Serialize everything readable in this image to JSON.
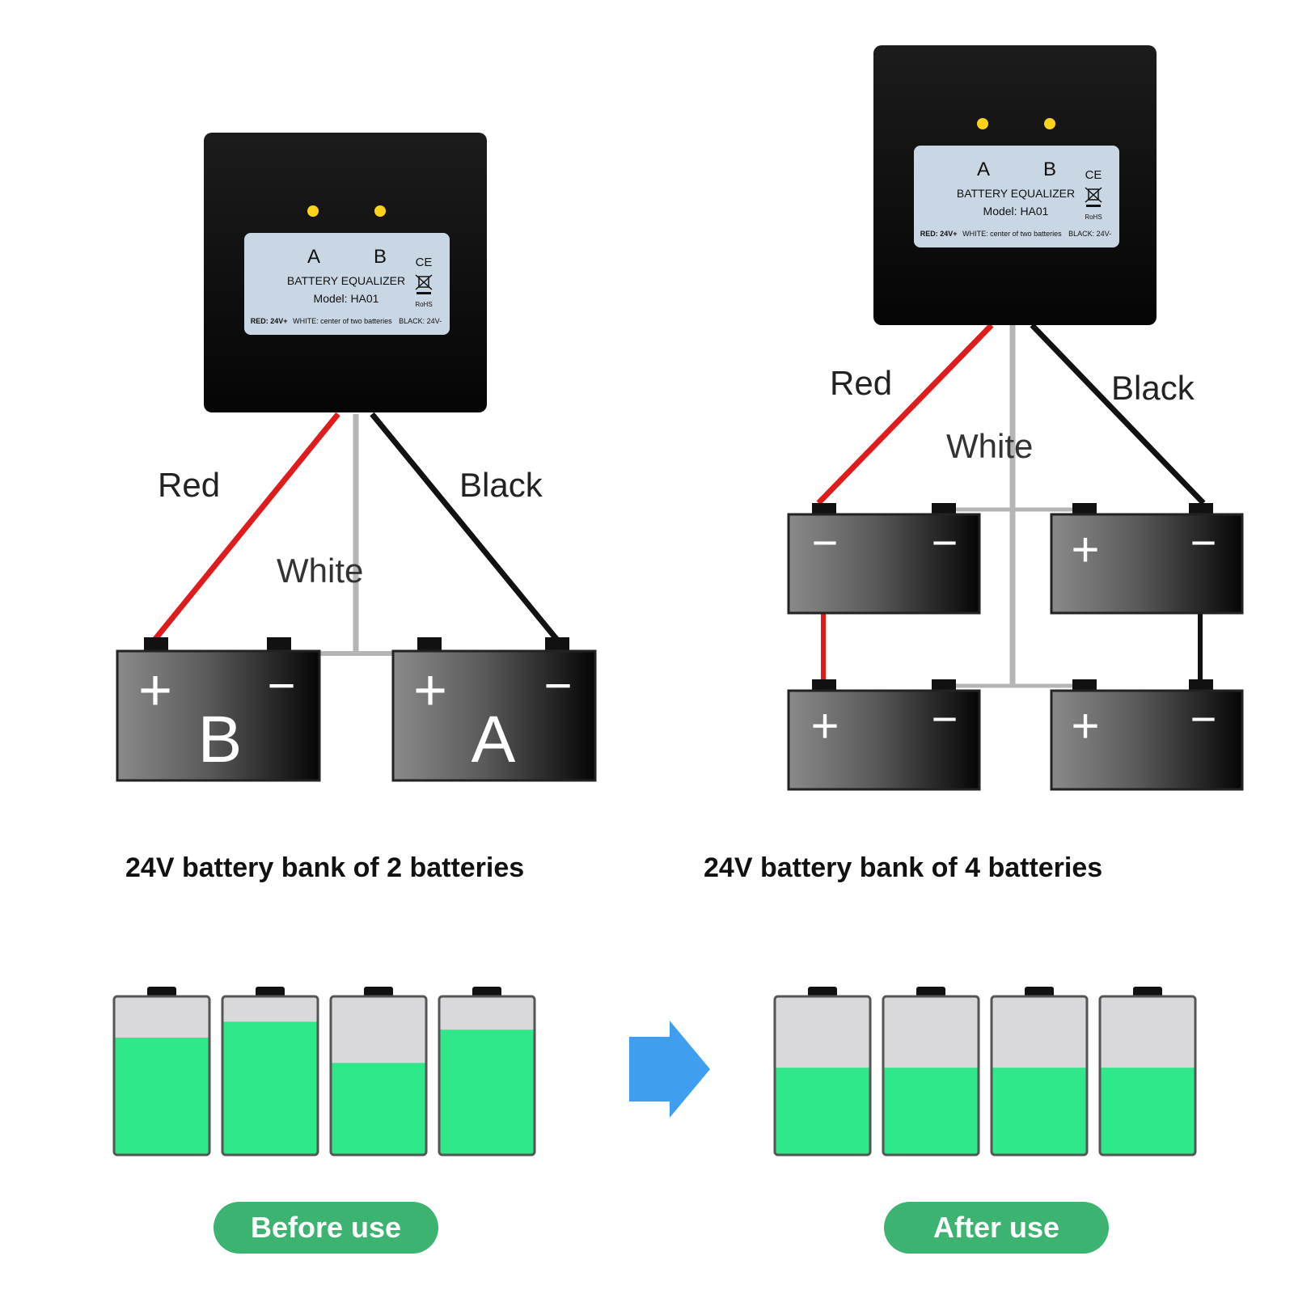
{
  "device": {
    "led_a": "A",
    "led_b": "B",
    "name": "BATTERY EQUALIZER",
    "model": "Model: HA01",
    "ce_mark": "CE",
    "rohs": "RoHS",
    "wiring_red": "RED: 24V+",
    "wiring_white": "WHITE: center of two batteries",
    "wiring_black": "BLACK: 24V-"
  },
  "wire_labels": {
    "red": "Red",
    "white": "White",
    "black": "Black"
  },
  "battery_symbols": {
    "plus": "+",
    "minus": "−"
  },
  "left_panel": {
    "caption": "24V battery bank of 2 batteries",
    "battery_left_letter": "B",
    "battery_right_letter": "A"
  },
  "right_panel": {
    "caption": "24V battery bank of 4 batteries"
  },
  "comparison": {
    "before_label": "Before use",
    "after_label": "After use",
    "before_levels": [
      0.74,
      0.84,
      0.58,
      0.79
    ],
    "after_levels": [
      0.55,
      0.55,
      0.55,
      0.55
    ]
  },
  "colors": {
    "device_body": "#0d0d0d",
    "label_panel": "#c9d6e3",
    "led": "#ffd21a",
    "red_wire": "#e01b1b",
    "black_wire": "#111111",
    "white_wire": "#b5b5b5",
    "charge_green": "#2ee88a",
    "battery_empty": "#d9d9dc",
    "pill_green": "#3cb371",
    "arrow_blue": "#3f9ef0"
  }
}
